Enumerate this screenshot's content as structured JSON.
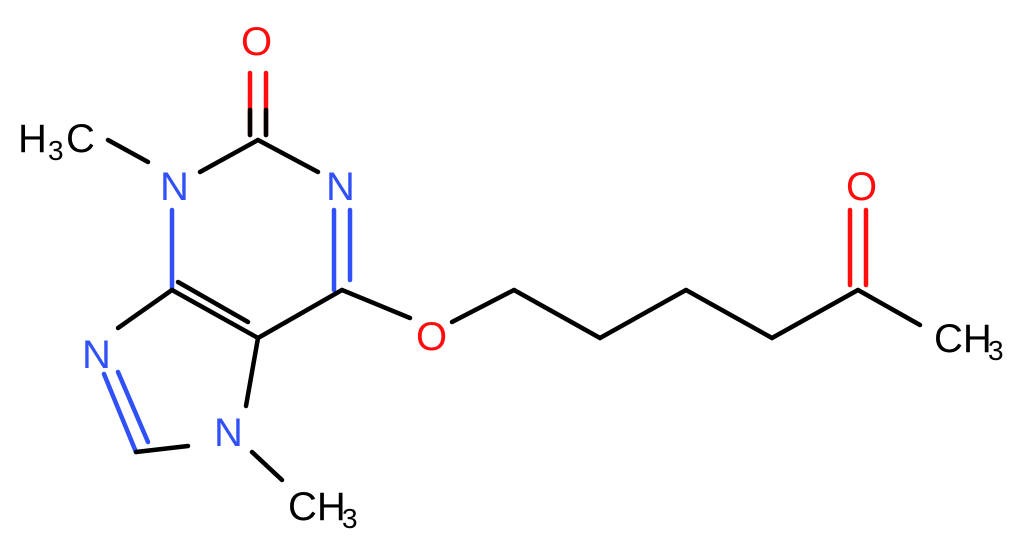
{
  "molecule": {
    "colors": {
      "carbon": "#000000",
      "nitrogen": "#3050F8",
      "oxygen": "#FF0D0D",
      "background": "#FFFFFF"
    },
    "atoms": {
      "o_carbonyl_top": "O",
      "n3": "N",
      "n1": "N",
      "n9": "N",
      "n7": "N",
      "o_ether": "O",
      "o_ketone": "O",
      "ch3_n3_main": "H",
      "ch3_n3_sub": "3",
      "ch3_n3_c": "C",
      "ch3_n7_main": "CH",
      "ch3_n7_sub": "3",
      "ch3_chain_main": "CH",
      "ch3_chain_sub": "3"
    }
  }
}
